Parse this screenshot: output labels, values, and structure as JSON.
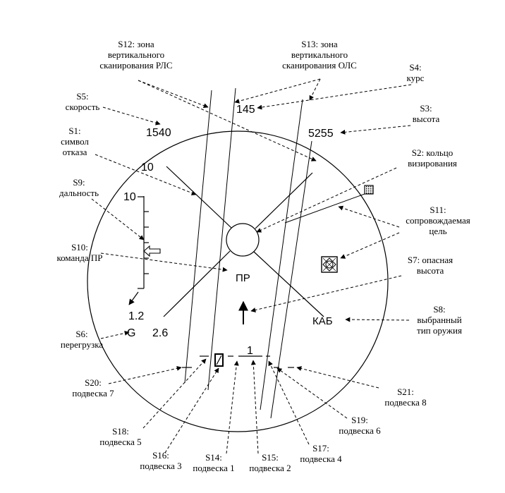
{
  "readouts": {
    "speed": "1540",
    "heading": "145",
    "altitude": "5255",
    "failure_symbol": "10",
    "range_scale_top": "10",
    "range_scale_bottom": "1.2",
    "g_letter": "G",
    "g_value": "2.6",
    "command": "ПР",
    "weapon_type": "КАБ",
    "station_number": "1"
  },
  "labels": {
    "s12": [
      "S12: зона",
      "вертикального",
      "сканирования РЛС"
    ],
    "s13": [
      "S13: зона",
      "вертикального",
      "сканирования ОЛС"
    ],
    "s4": [
      "S4:",
      "курс"
    ],
    "s5": [
      "S5:",
      "скорость"
    ],
    "s3": [
      "S3:",
      "высота"
    ],
    "s1": [
      "S1:",
      "символ",
      "отказа"
    ],
    "s2": [
      "S2: кольцо",
      "визирования"
    ],
    "s9": [
      "S9:",
      "дальность"
    ],
    "s11": [
      "S11:",
      "сопровождаемая",
      "цель"
    ],
    "s10": [
      "S10:",
      "команда ПР"
    ],
    "s7": [
      "S7: опасная",
      "высота"
    ],
    "s8": [
      "S8:",
      "выбранный",
      "тип оружия"
    ],
    "s6": [
      "S6:",
      "перегрузка"
    ],
    "s20": [
      "S20:",
      "подвеска 7"
    ],
    "s21": [
      "S21:",
      "подвеска 8"
    ],
    "s19": [
      "S19:",
      "подвеска 6"
    ],
    "s18": [
      "S18:",
      "подвеска 5"
    ],
    "s16": [
      "S16:",
      "подвеска 3"
    ],
    "s14": [
      "S14:",
      "подвеска 1"
    ],
    "s15": [
      "S15:",
      "подвеска 2"
    ],
    "s17": [
      "S17:",
      "подвеска 4"
    ]
  }
}
